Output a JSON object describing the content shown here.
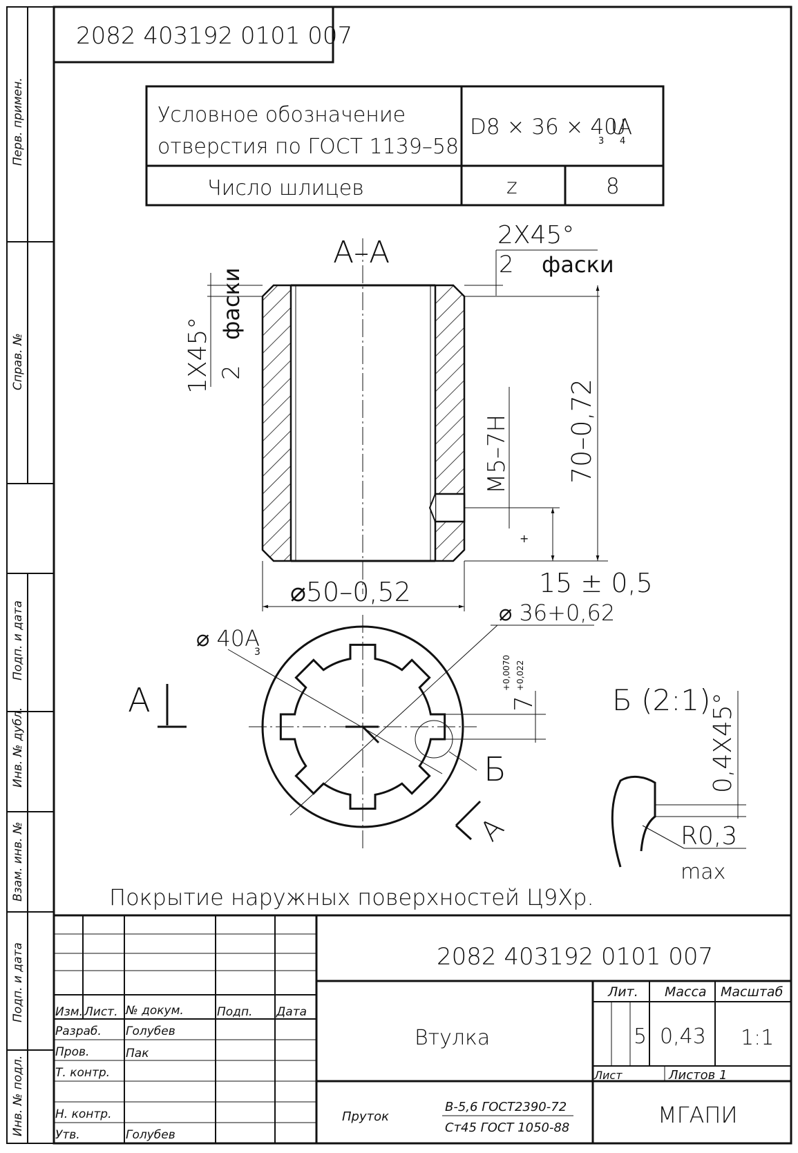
{
  "drawing": {
    "designation": "2082 403192 0101 007",
    "title_block_designation": "2082 403192 0101 007",
    "side_labels": {
      "perv_primen": "Перв. примен.",
      "sprav_no": "Справ. №",
      "podp_data_1": "Подп. и дата",
      "inv_dubl": "Инв. № дубл.",
      "vzam_inv": "Взам. инв. №",
      "podp_data_2": "Подп. и дата",
      "inv_podl": "Инв. № подл."
    },
    "spec_table": {
      "hole_label_line1": "Условное обозначение",
      "hole_label_line2": "отверстия по ГОСТ 1139–58",
      "hole_code_main": "D8 × 36 × 40A",
      "hole_code_sub1": "3",
      "hole_code_sub2": "4",
      "hole_code_u": "U",
      "spline_label": "Число шлицев",
      "spline_symbol": "z",
      "spline_count": "8"
    },
    "section": {
      "title": "А–А",
      "chamfer_top": "2X45°",
      "chamfer_top_count": "2",
      "chamfer_top_word": "фаски",
      "chamfer_left": "1X45°",
      "chamfer_left_count": "2",
      "chamfer_left_word": "фаски",
      "thread": "M5–7H",
      "length": "70–0,72",
      "hole_pos": "15  ± 0,5",
      "outer_dia": "⌀50–0,52",
      "mark_plus": "+"
    },
    "end_view": {
      "dia_minor": "⌀ 40A",
      "dia_minor_sub": "3",
      "dia_major": "⌀ 36+0,62",
      "spline_width": "7",
      "spline_tol_upper": "+0,0070",
      "spline_tol_lower": "+0,022",
      "cut_label_left": "А",
      "cut_label_right": "А",
      "detail_label": "Б"
    },
    "detail": {
      "title": "Б (2:1)",
      "chamfer": "0,4X45°",
      "radius": "R0,3",
      "radius_note": "max"
    },
    "note": "Покрытие наружных поверхностей Ц9Хр.",
    "title_block": {
      "col_izm": "Изм.",
      "col_list": "Лист.",
      "col_dokum": "№ докум.",
      "col_podp": "Подп.",
      "col_data": "Дата",
      "row_razrab": "Разраб.",
      "row_razrab_name": "Голубев",
      "row_prov": "Пров.",
      "row_prov_name": "Пак",
      "row_tkontr": "Т. контр.",
      "row_nkontr": "Н. контр.",
      "row_utv": "Утв.",
      "row_utv_name": "Голубев",
      "part_name": "Втулка",
      "lit_label": "Лит.",
      "mass_label": "Масса",
      "scale_label": "Масштаб",
      "lit_value": "5",
      "mass_value": "0,43",
      "scale_value": "1:1",
      "sheet_label": "Лист",
      "sheets_label": "Листов 1",
      "material_type": "Пруток",
      "material_line1": "В-5,6 ГОСТ2390-72",
      "material_line2": "Ст45 ГОСТ 1050-88",
      "org": "МГАПИ"
    }
  }
}
